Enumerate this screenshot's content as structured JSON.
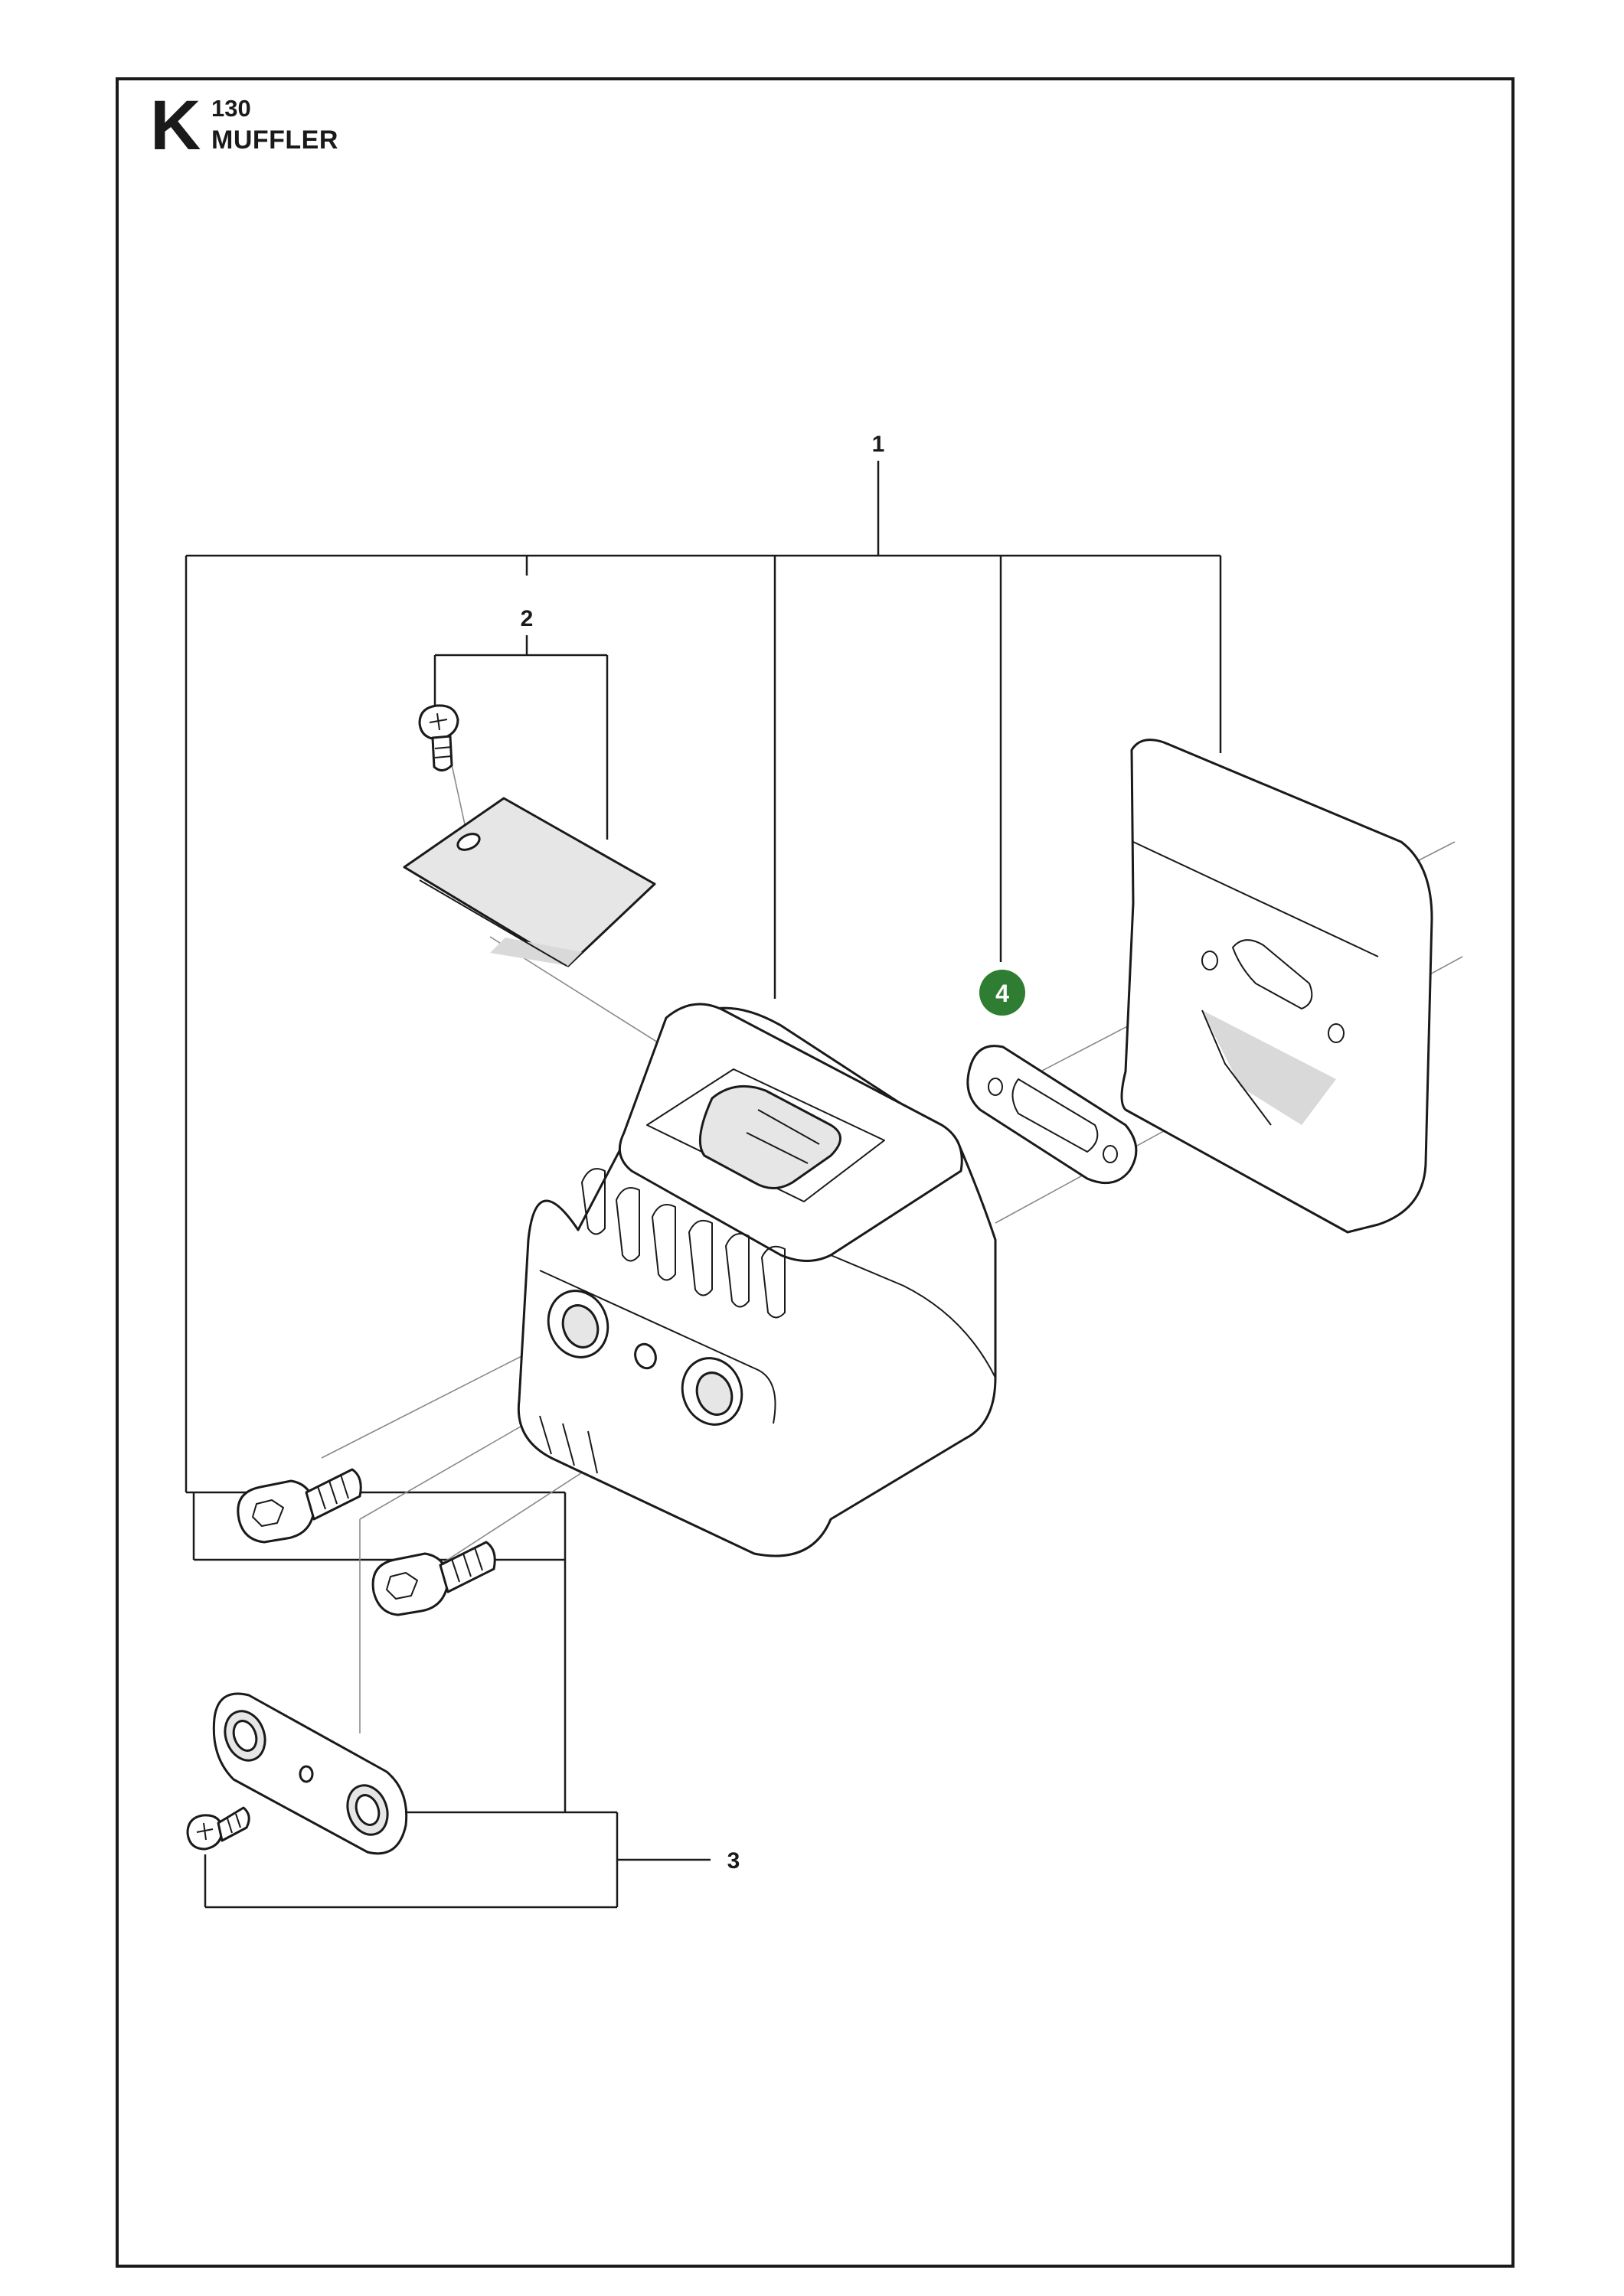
{
  "header": {
    "section_letter": "K",
    "section_number": "130",
    "section_title": "MUFFLER"
  },
  "callouts": {
    "c1": "1",
    "c2": "2",
    "c3": "3",
    "c4": "4"
  },
  "colors": {
    "highlight": "#2e7d32",
    "line": "#1a1a1a",
    "border": "#1a1a1a"
  }
}
